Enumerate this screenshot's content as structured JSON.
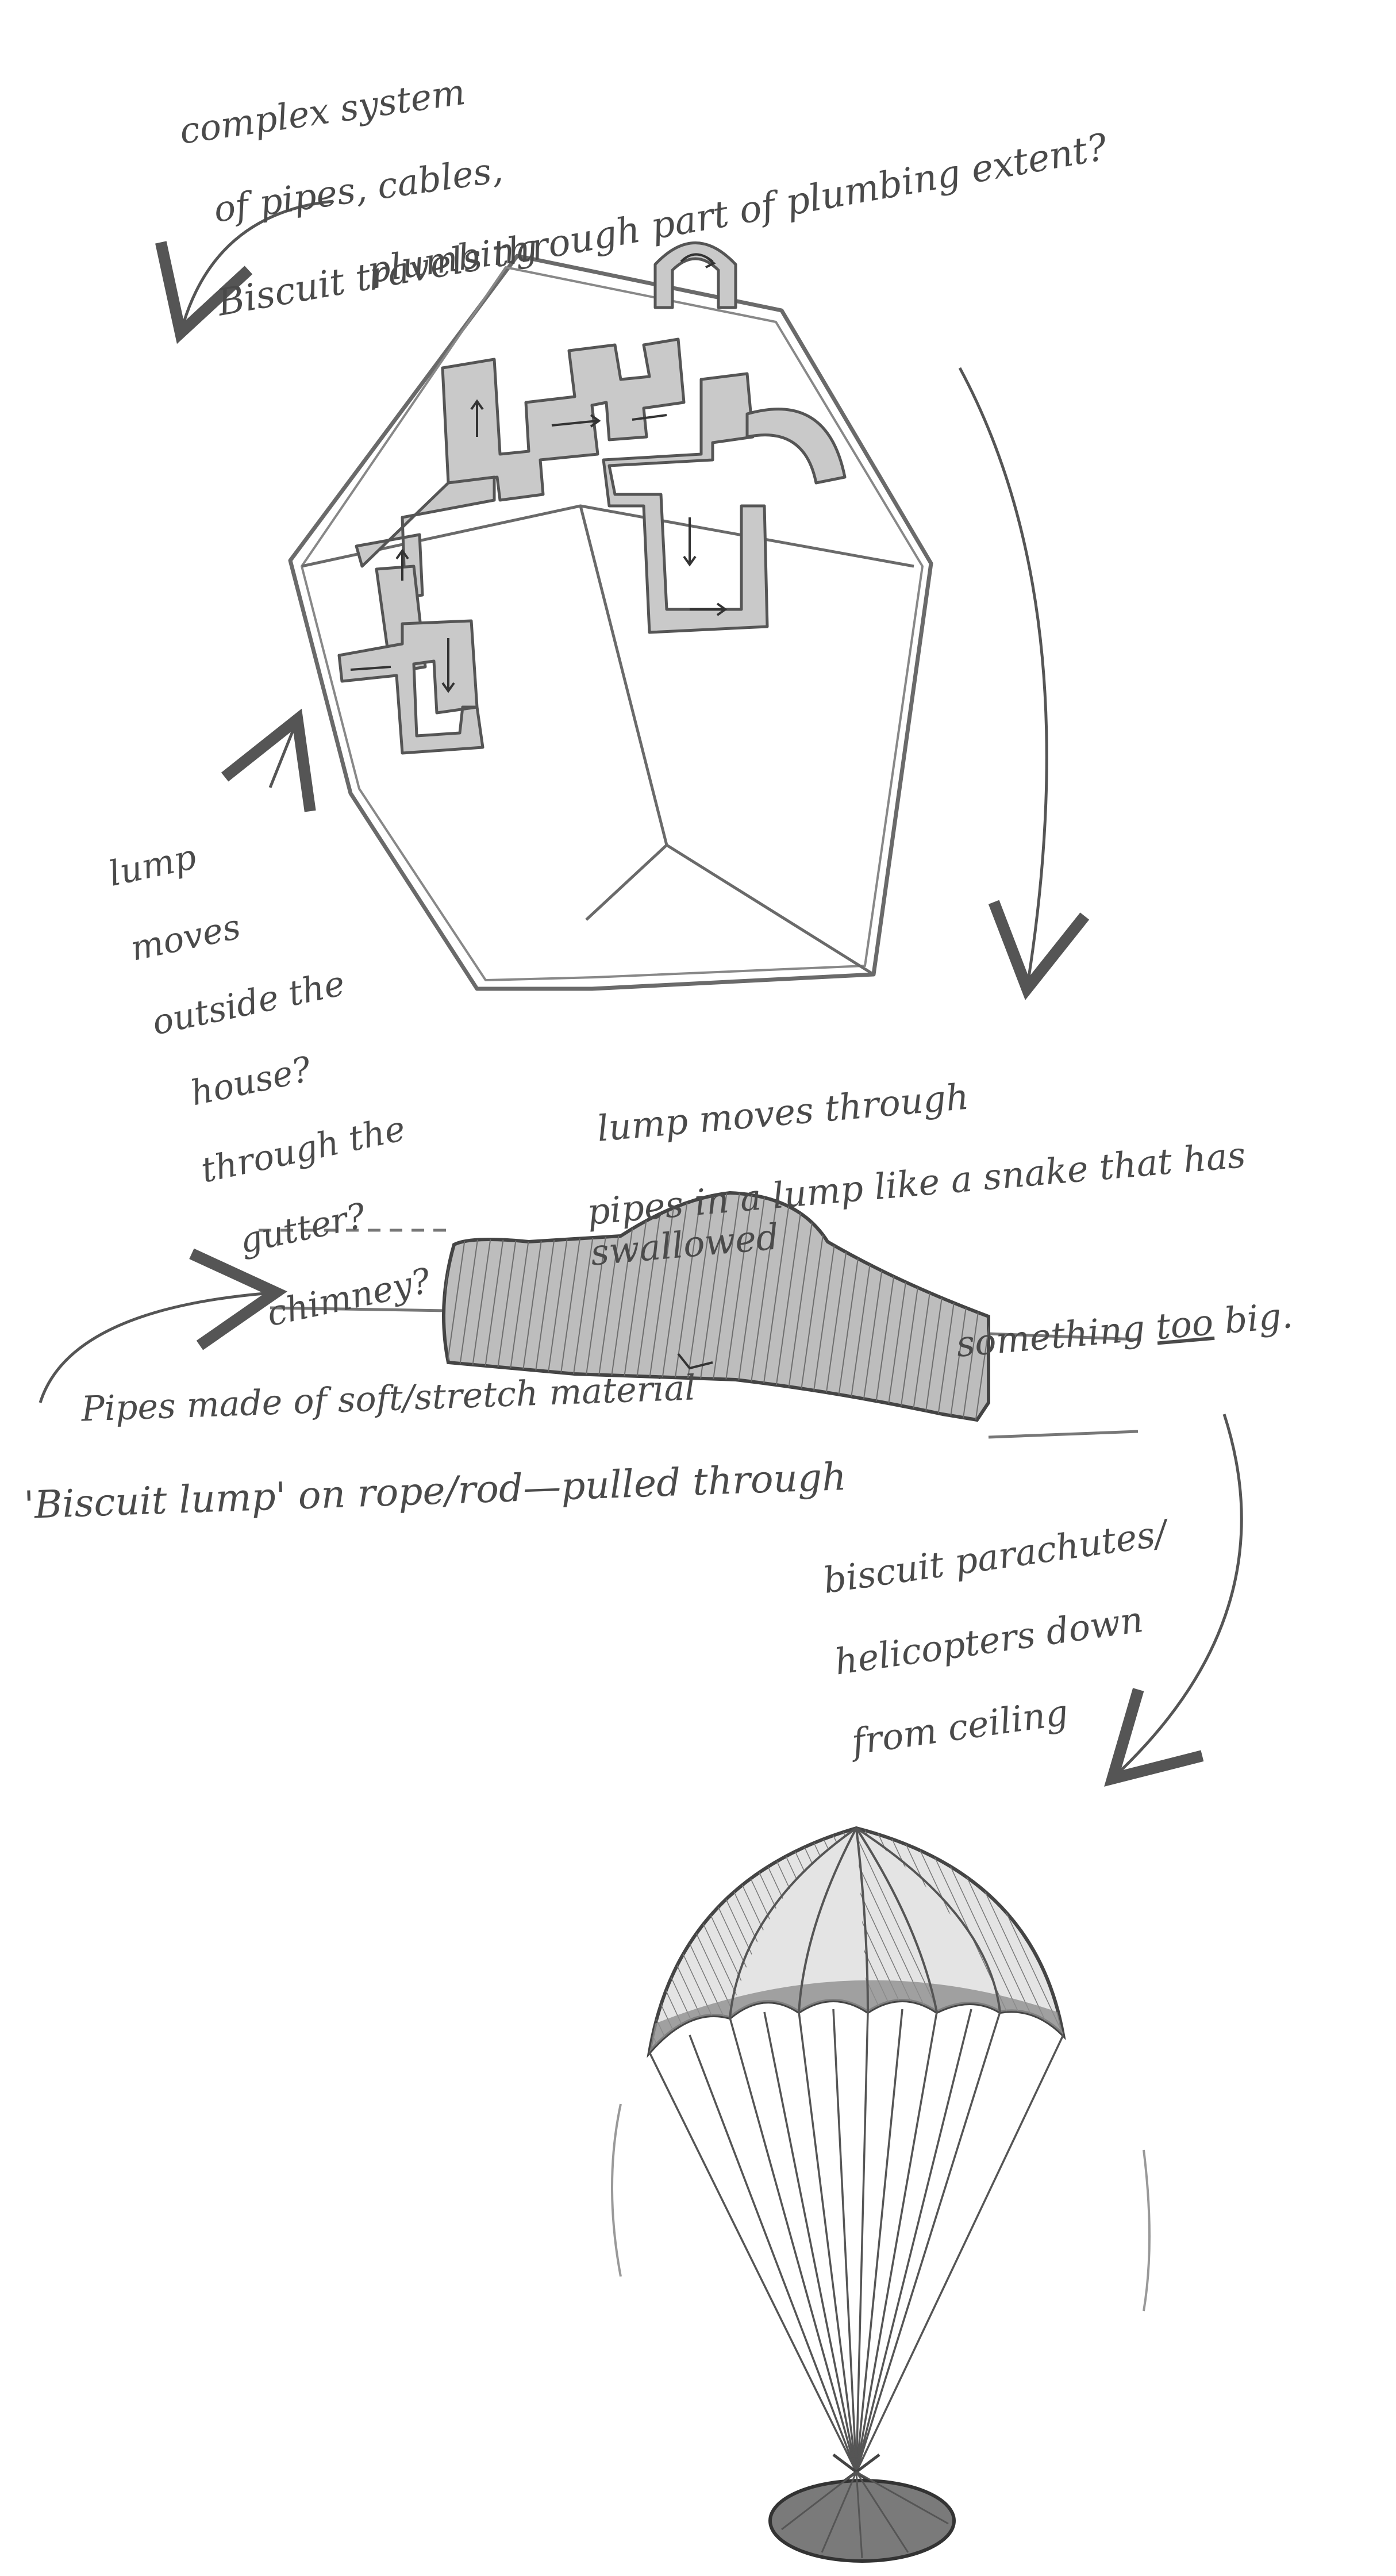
{
  "notes": {
    "complex": [
      "complex system",
      "of pipes, cables,",
      "plumbing"
    ],
    "travels": "Biscuit travels through part of plumbing extent?",
    "lump_outside": [
      "lump",
      "moves",
      "outside the",
      "house?",
      "through the",
      "gutter?",
      "chimney?"
    ],
    "lump_pipes": {
      "line1": "lump moves through",
      "line2": "pipes in a lump like a snake that has swallowed",
      "line3_pre": "something ",
      "line3_under": "too",
      "line3_post": " big."
    },
    "pipes_material": "Pipes made of soft/stretch material",
    "biscuit_lump": "'Biscuit lump' on rope/rod—pulled through",
    "parachute": [
      "biscuit parachutes/",
      "helicopters down",
      "from ceiling"
    ]
  },
  "colors": {
    "pencil": "#4a4a4a",
    "pipe_fill": "#c9c9c9",
    "lump_fill": "#bdbdbd",
    "canopy_dark": "#8e8e8e",
    "canopy_light": "#e4e4e4"
  }
}
